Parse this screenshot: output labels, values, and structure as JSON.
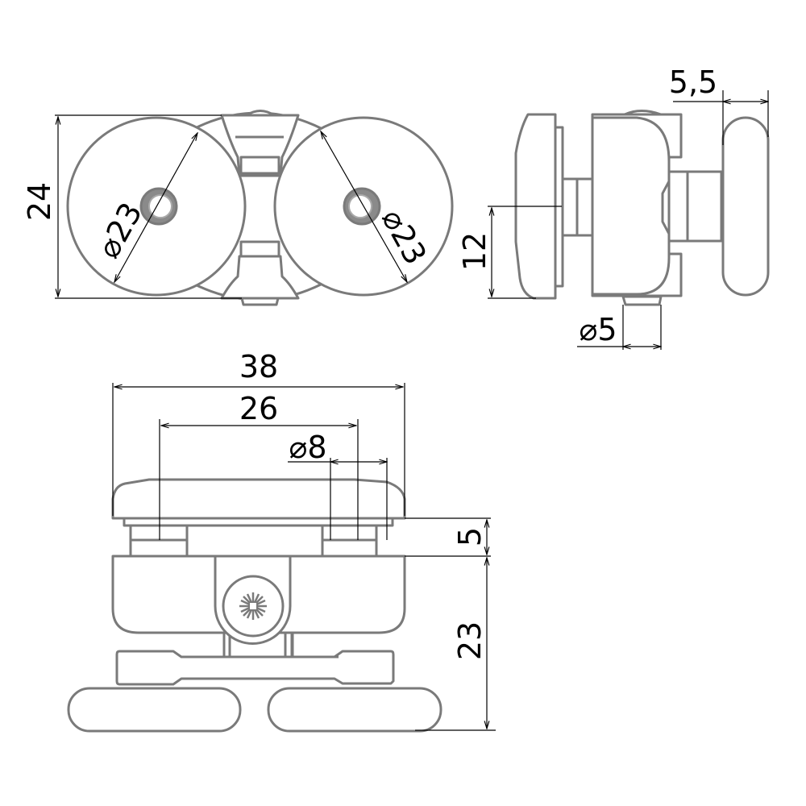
{
  "title": "Roller assembly dimension drawing",
  "front_view": {
    "height_label": "24",
    "wheel_left_diameter_label": "⌀23",
    "wheel_right_diameter_label": "⌀23"
  },
  "side_view": {
    "wheel_width_label": "5,5",
    "axle_height_label": "12",
    "pin_diameter_label": "⌀5"
  },
  "bottom_view": {
    "overall_width_label": "38",
    "post_spacing_label": "26",
    "post_diameter_label": "⌀8",
    "post_height_label": "5",
    "body_height_label": "23"
  },
  "colors": {
    "outline": "#7a7a7a",
    "dimension": "#000000"
  }
}
